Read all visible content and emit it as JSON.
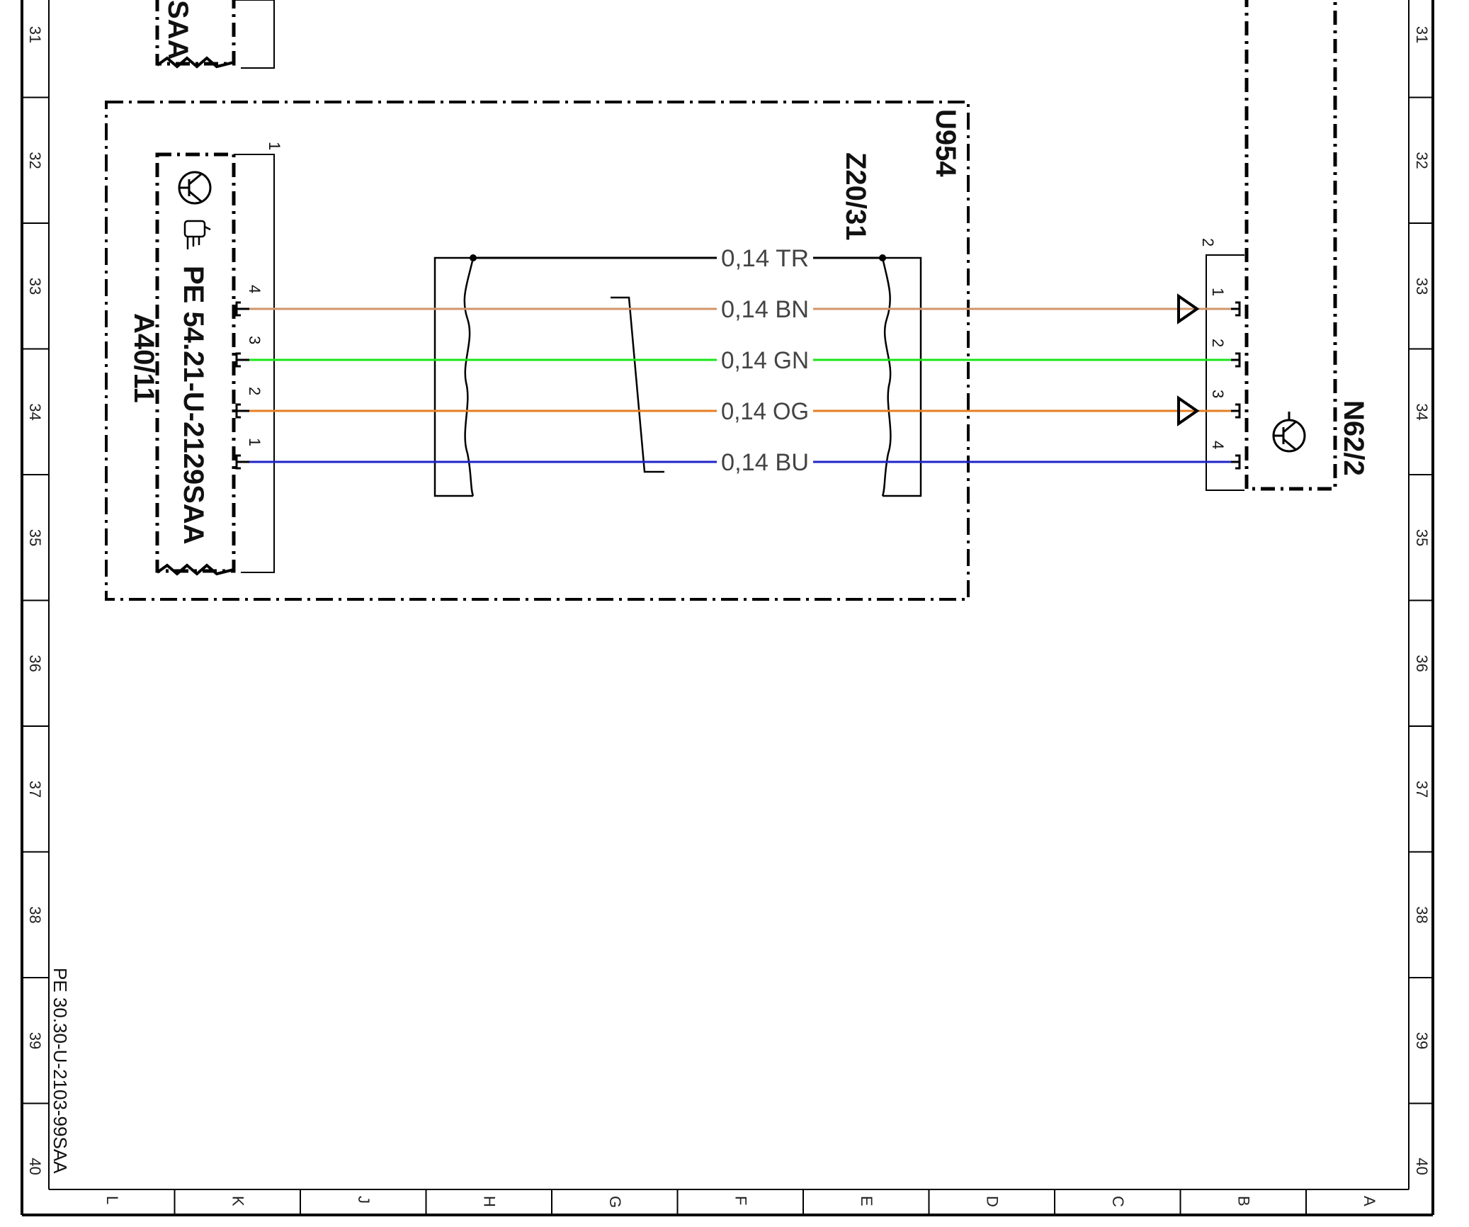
{
  "sheet": {
    "row_labels": [
      "31",
      "32",
      "33",
      "34",
      "35",
      "36",
      "37",
      "38",
      "39",
      "40"
    ],
    "col_labels": [
      "L",
      "K",
      "J",
      "H",
      "G",
      "F",
      "E",
      "D",
      "C",
      "B",
      "A"
    ],
    "doc_ref": "PE 30.30-U-2103-99SAA"
  },
  "components": {
    "top_fragment_label": "SAA",
    "left_connector": {
      "id": "A40/11",
      "ref_text": "PE 54.21-U-2129SAA",
      "bracket_number": "1",
      "pins": [
        "4",
        "3",
        "2",
        "1"
      ],
      "icons": [
        "transistor-icon",
        "hand-pointer-icon"
      ]
    },
    "shield_group": {
      "id": "U954",
      "splice": "Z20/31"
    },
    "right_connector": {
      "id": "N62/2",
      "bracket_number": "2",
      "pins": [
        "1",
        "2",
        "3",
        "4"
      ],
      "icons": [
        "transistor-icon"
      ]
    }
  },
  "wires": [
    {
      "label": "0,14  TR",
      "color": "#000000"
    },
    {
      "label": "0,14  BN",
      "color": "#d2956a"
    },
    {
      "label": "0,14  GN",
      "color": "#19e619"
    },
    {
      "label": "0,14  OG",
      "color": "#e67e22"
    },
    {
      "label": "0,14  BU",
      "color": "#1f24c8"
    }
  ]
}
